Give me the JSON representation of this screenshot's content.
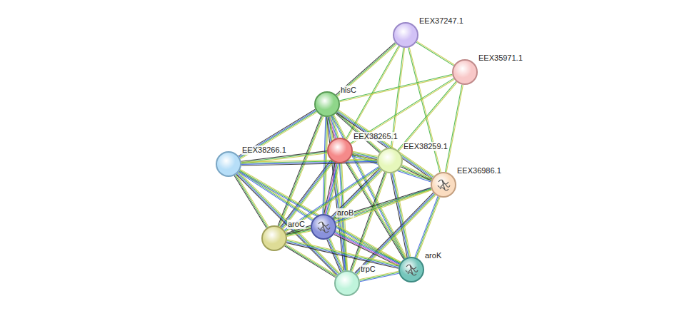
{
  "diagram": {
    "nodes": [
      {
        "text": [
          "EEX37247.1"
        ]
      },
      {
        "text": [
          "EEX35971.1"
        ]
      },
      {
        "text": [
          "hisC"
        ]
      },
      {
        "text": [
          "EEX38265.1"
        ]
      },
      {
        "text": [
          "EEX38259.1"
        ]
      },
      {
        "text": [
          "EEX38266.1"
        ]
      },
      {
        "text": [
          "EEX36986.1"
        ]
      },
      {
        "text": [
          "aroB"
        ]
      },
      {
        "text": [
          "aroC"
        ]
      },
      {
        "text": [
          "aroK"
        ]
      },
      {
        "text": [
          "trpC"
        ]
      }
    ],
    "edges": [
      {
        "from": 0,
        "to": 1,
        "arrow": "none"
      },
      {
        "from": 0,
        "to": 2,
        "arrow": "none"
      },
      {
        "from": 0,
        "to": 3,
        "arrow": "none"
      },
      {
        "from": 0,
        "to": 4,
        "arrow": "none"
      },
      {
        "from": 0,
        "to": 6,
        "arrow": "none"
      },
      {
        "from": 1,
        "to": 2,
        "arrow": "none"
      },
      {
        "from": 1,
        "to": 3,
        "arrow": "none"
      },
      {
        "from": 1,
        "to": 4,
        "arrow": "none"
      },
      {
        "from": 1,
        "to": 6,
        "arrow": "none"
      },
      {
        "from": 2,
        "to": 5,
        "arrow": "none"
      },
      {
        "from": 2,
        "to": 3,
        "arrow": "none"
      },
      {
        "from": 2,
        "to": 4,
        "arrow": "none"
      },
      {
        "from": 2,
        "to": 6,
        "arrow": "none"
      },
      {
        "from": 2,
        "to": 7,
        "arrow": "none"
      },
      {
        "from": 2,
        "to": 8,
        "arrow": "none"
      },
      {
        "from": 2,
        "to": 10,
        "arrow": "none"
      },
      {
        "from": 2,
        "to": 9,
        "arrow": "none"
      },
      {
        "from": 3,
        "to": 5,
        "arrow": "none"
      },
      {
        "from": 3,
        "to": 4,
        "arrow": "none"
      },
      {
        "from": 3,
        "to": 6,
        "arrow": "none"
      },
      {
        "from": 3,
        "to": 7,
        "arrow": "none"
      },
      {
        "from": 3,
        "to": 8,
        "arrow": "none"
      },
      {
        "from": 3,
        "to": 10,
        "arrow": "none"
      },
      {
        "from": 3,
        "to": 9,
        "arrow": "none"
      },
      {
        "from": 5,
        "to": 4,
        "arrow": "none"
      },
      {
        "from": 5,
        "to": 7,
        "arrow": "none"
      },
      {
        "from": 5,
        "to": 8,
        "arrow": "none"
      },
      {
        "from": 5,
        "to": 10,
        "arrow": "none"
      },
      {
        "from": 5,
        "to": 9,
        "arrow": "none"
      },
      {
        "from": 4,
        "to": 6,
        "arrow": "none"
      },
      {
        "from": 4,
        "to": 7,
        "arrow": "none"
      },
      {
        "from": 4,
        "to": 8,
        "arrow": "none"
      },
      {
        "from": 4,
        "to": 10,
        "arrow": "none"
      },
      {
        "from": 4,
        "to": 9,
        "arrow": "none"
      },
      {
        "from": 6,
        "to": 7,
        "arrow": "none"
      },
      {
        "from": 6,
        "to": 8,
        "arrow": "none"
      },
      {
        "from": 6,
        "to": 10,
        "arrow": "none"
      },
      {
        "from": 6,
        "to": 9,
        "arrow": "none"
      },
      {
        "from": 7,
        "to": 8,
        "arrow": "none"
      },
      {
        "from": 7,
        "to": 10,
        "arrow": "none"
      },
      {
        "from": 7,
        "to": 9,
        "arrow": "none"
      },
      {
        "from": 8,
        "to": 10,
        "arrow": "none"
      },
      {
        "from": 8,
        "to": 9,
        "arrow": "none"
      },
      {
        "from": 10,
        "to": 9,
        "arrow": "none"
      }
    ]
  }
}
